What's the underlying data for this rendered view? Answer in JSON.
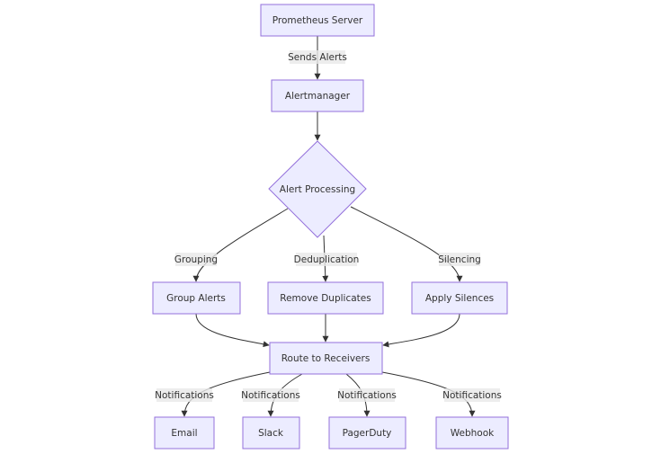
{
  "nodes": {
    "prometheus": "Prometheus Server",
    "alertmanager": "Alertmanager",
    "processing": "Alert Processing",
    "group": "Group Alerts",
    "dedup": "Remove Duplicates",
    "silences": "Apply Silences",
    "route": "Route to Receivers",
    "email": "Email",
    "slack": "Slack",
    "pagerduty": "PagerDuty",
    "webhook": "Webhook"
  },
  "edges": {
    "sends_alerts": "Sends Alerts",
    "grouping": "Grouping",
    "deduplication": "Deduplication",
    "silencing": "Silencing",
    "notif_email": "Notifications",
    "notif_slack": "Notifications",
    "notif_pagerduty": "Notifications",
    "notif_webhook": "Notifications"
  },
  "colors": {
    "node_fill": "#ececff",
    "node_stroke": "#9370db",
    "edge": "#333333",
    "label_bg": "#e8e8e8"
  }
}
